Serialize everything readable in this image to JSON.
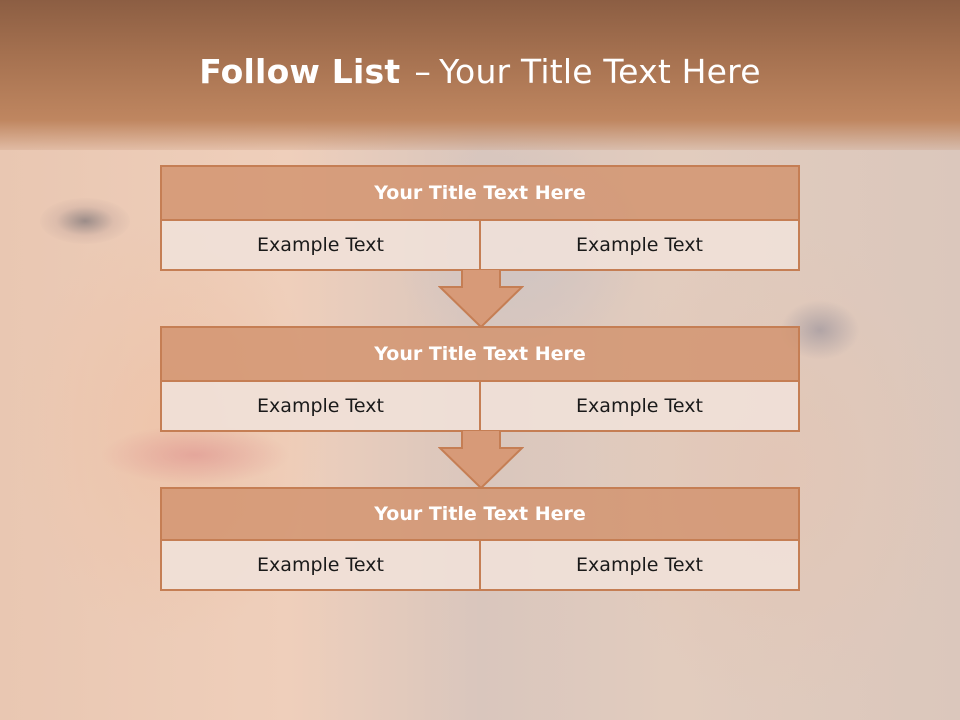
{
  "slide": {
    "title_bold": "Follow List",
    "title_sep": "–",
    "title_rest": "Your Title Text Here"
  },
  "blocks": [
    {
      "title": "Your Title Text Here",
      "left": "Example Text",
      "right": "Example Text"
    },
    {
      "title": "Your Title Text Here",
      "left": "Example Text",
      "right": "Example Text"
    },
    {
      "title": "Your Title Text Here",
      "left": "Example Text",
      "right": "Example Text"
    }
  ],
  "colors": {
    "header_bar": "#a4704f",
    "block_head": "#d2926e",
    "block_border": "#c57e54",
    "cell_fill": "#f0e1da"
  }
}
